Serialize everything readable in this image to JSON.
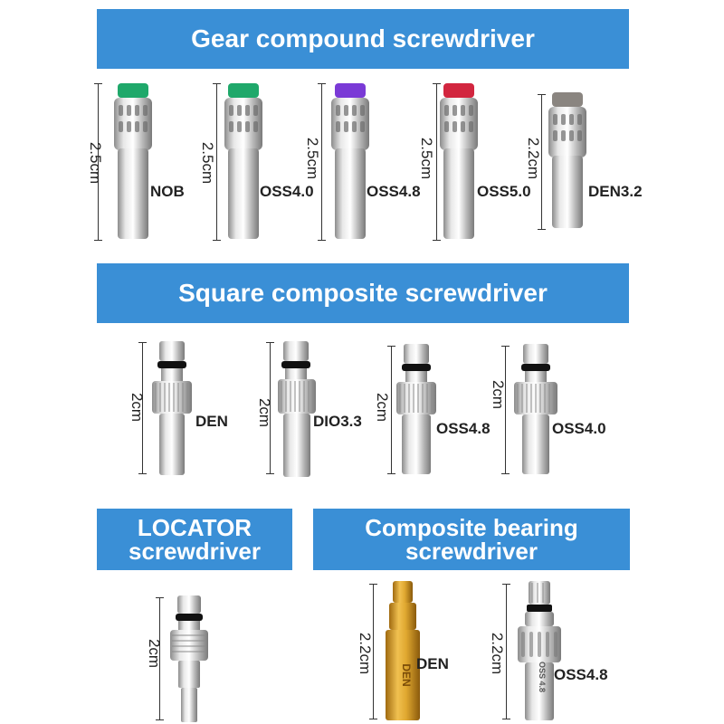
{
  "sections": {
    "gear": {
      "title": "Gear compound screwdriver"
    },
    "square": {
      "title": "Square composite screwdriver"
    },
    "locator": {
      "title_line1": "LOCATOR",
      "title_line2": "screwdriver"
    },
    "bearing": {
      "title_line1": "Composite bearing",
      "title_line2": "screwdriver"
    }
  },
  "gear_tools": [
    {
      "label": "NOB",
      "dimension": "2.5cm",
      "cap_color": "#1fa86a"
    },
    {
      "label": "OSS4.0",
      "dimension": "2.5cm",
      "cap_color": "#1fa86a"
    },
    {
      "label": "OSS4.8",
      "dimension": "2.5cm",
      "cap_color": "#7a3ad6"
    },
    {
      "label": "OSS5.0",
      "dimension": "2.5cm",
      "cap_color": "#d2263f"
    },
    {
      "label": "DEN3.2",
      "dimension": "2.2cm",
      "cap_color": "#8a8580"
    }
  ],
  "square_tools": [
    {
      "label": "DEN",
      "dimension": "2cm"
    },
    {
      "label": "DIO3.3",
      "dimension": "2cm"
    },
    {
      "label": "OSS4.8",
      "dimension": "2cm"
    },
    {
      "label": "OSS4.0",
      "dimension": "2cm"
    }
  ],
  "locator_tools": [
    {
      "dimension": "2cm"
    }
  ],
  "bearing_tools": [
    {
      "label": "DEN",
      "dimension": "2.2cm",
      "engraving": "DEN",
      "body_color": "#d9a028"
    },
    {
      "label": "OSS4.8",
      "dimension": "2.2cm",
      "engraving": "OSS 4.8",
      "body_color": "#c9c9c9"
    }
  ],
  "colors": {
    "banner": "#3a8fd6",
    "metal": "#c8c8c8"
  }
}
